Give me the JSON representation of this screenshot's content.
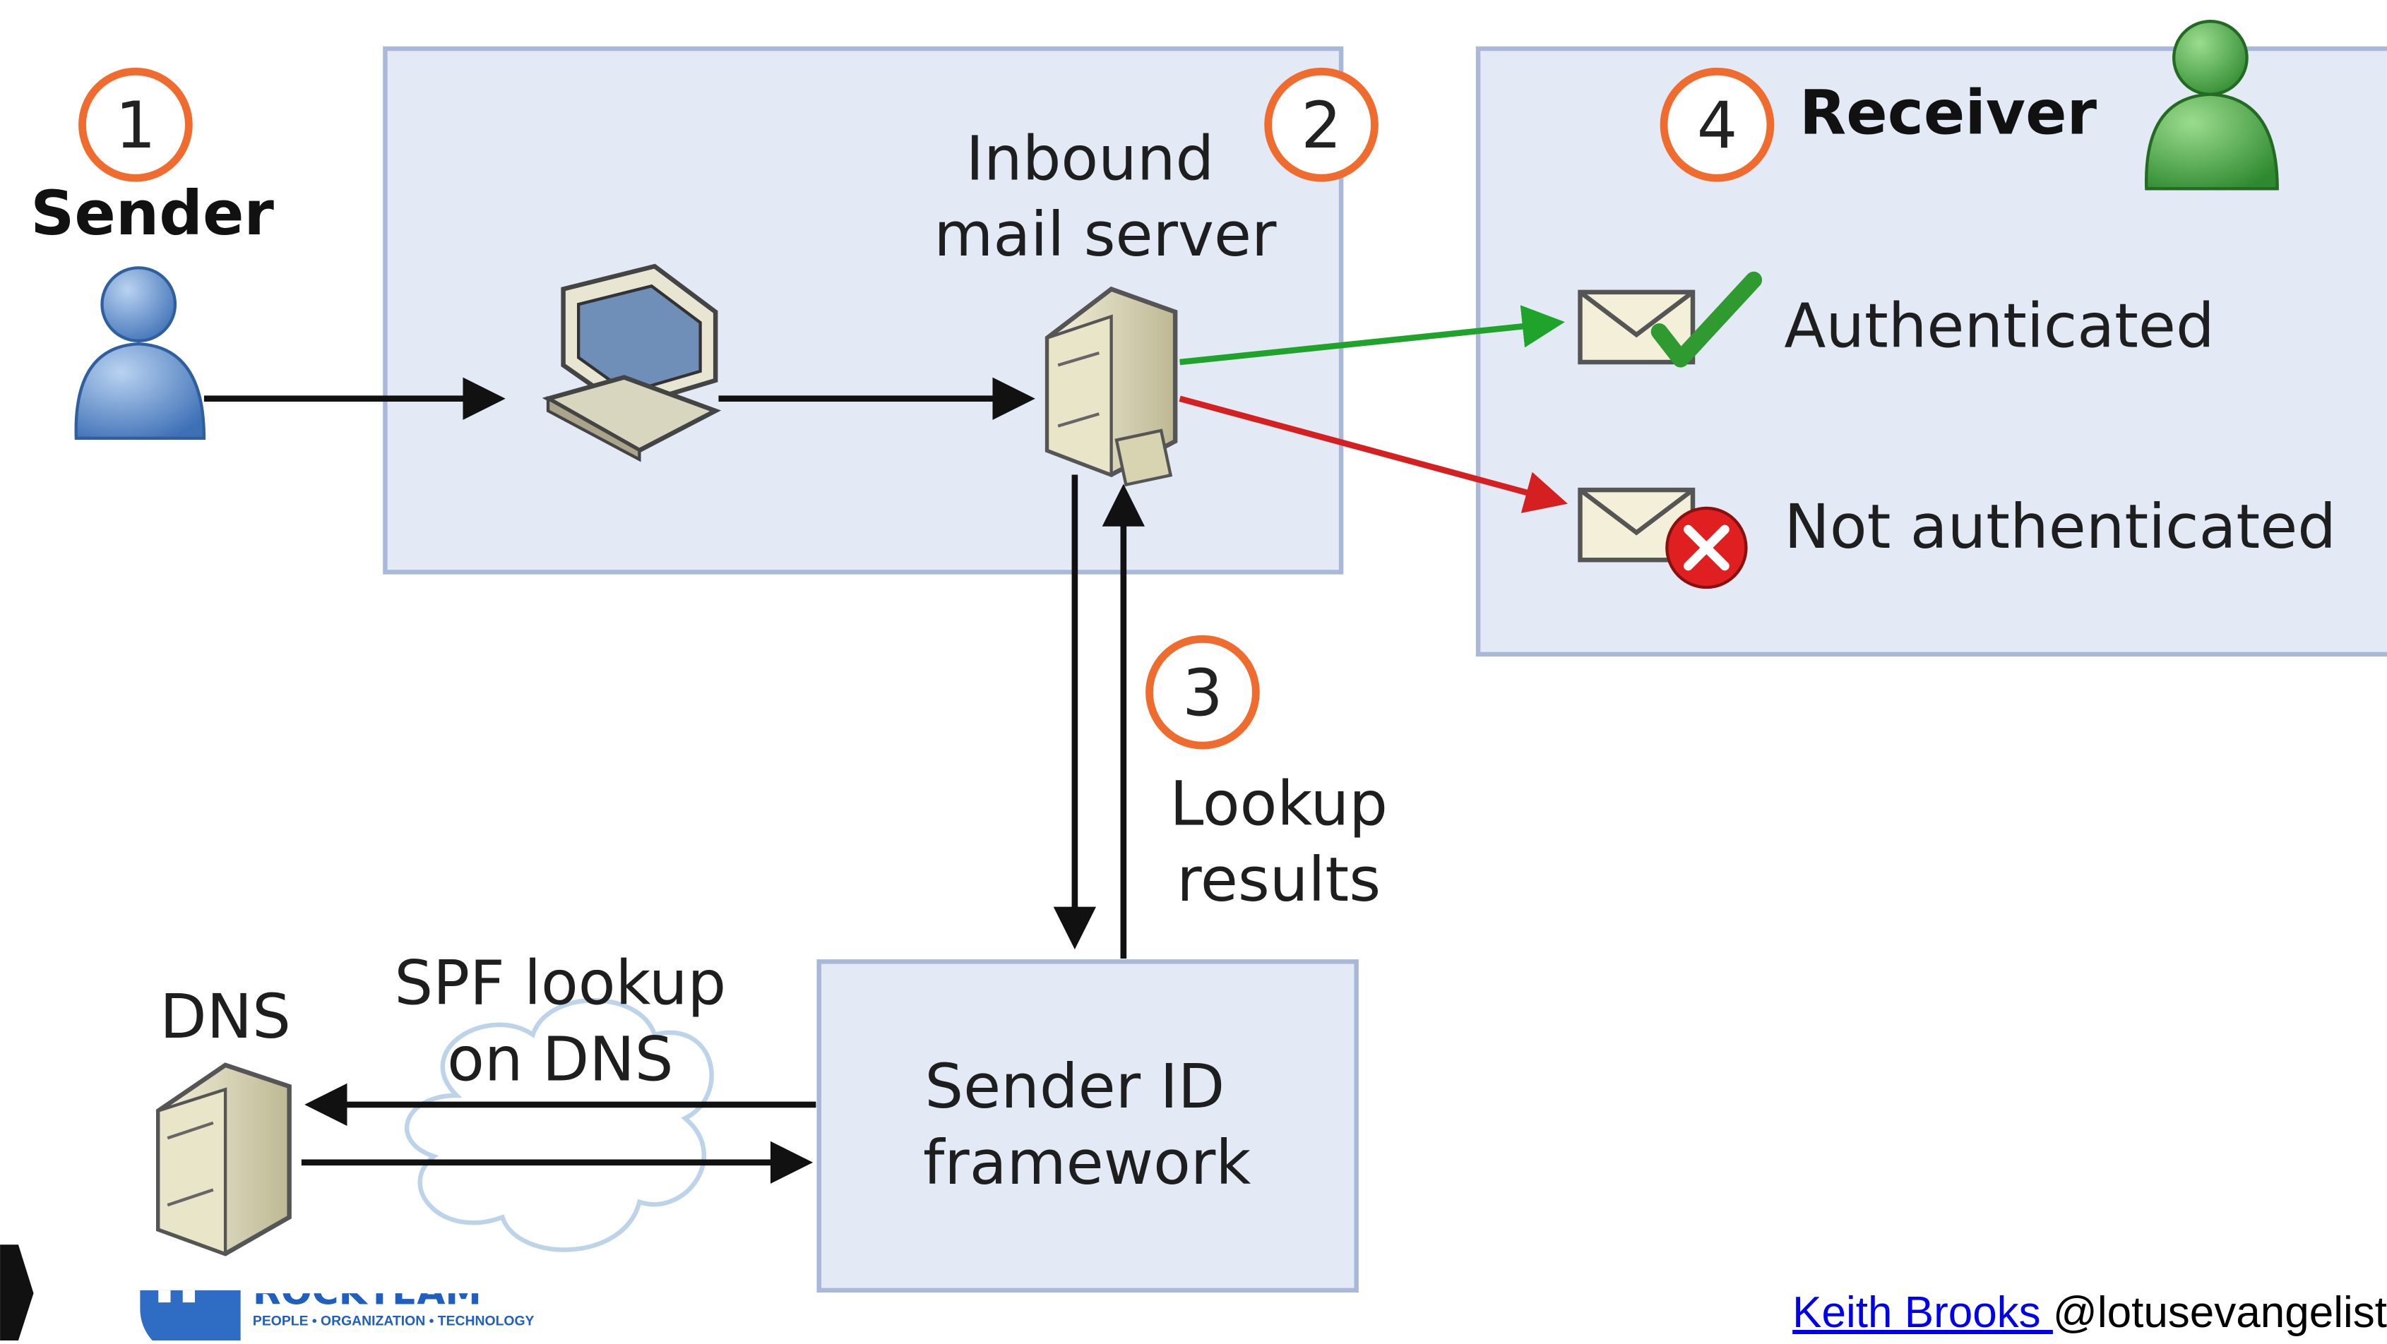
{
  "steps": [
    "1",
    "2",
    "3",
    "4"
  ],
  "sender": {
    "label": "Sender"
  },
  "inbound": {
    "line1": "Inbound",
    "line2": "mail server"
  },
  "receiver": {
    "label": "Receiver"
  },
  "results": {
    "authenticated": "Authenticated",
    "not_authenticated": "Not authenticated"
  },
  "lookup": {
    "line1": "Lookup",
    "line2": "results"
  },
  "dns": {
    "label": "DNS"
  },
  "spf": {
    "line1": "SPF lookup",
    "line2": "on DNS"
  },
  "framework": {
    "line1": "Sender ID",
    "line2": "framework"
  },
  "logo": {
    "text": "ROCKTEAM",
    "tagline": "PEOPLE • ORGANIZATION • TECHNOLOGY"
  },
  "footer": {
    "link": "Keith Brooks ",
    "handle": "@lotusevangelist"
  },
  "colors": {
    "step_ring": "#ef6b2e",
    "box_fill": "#e3eaf5",
    "ok_arrow": "#1fa32a",
    "fail_arrow": "#d42020",
    "sender_icon": "#5b8fd0",
    "receiver_icon": "#3d9a3d"
  }
}
